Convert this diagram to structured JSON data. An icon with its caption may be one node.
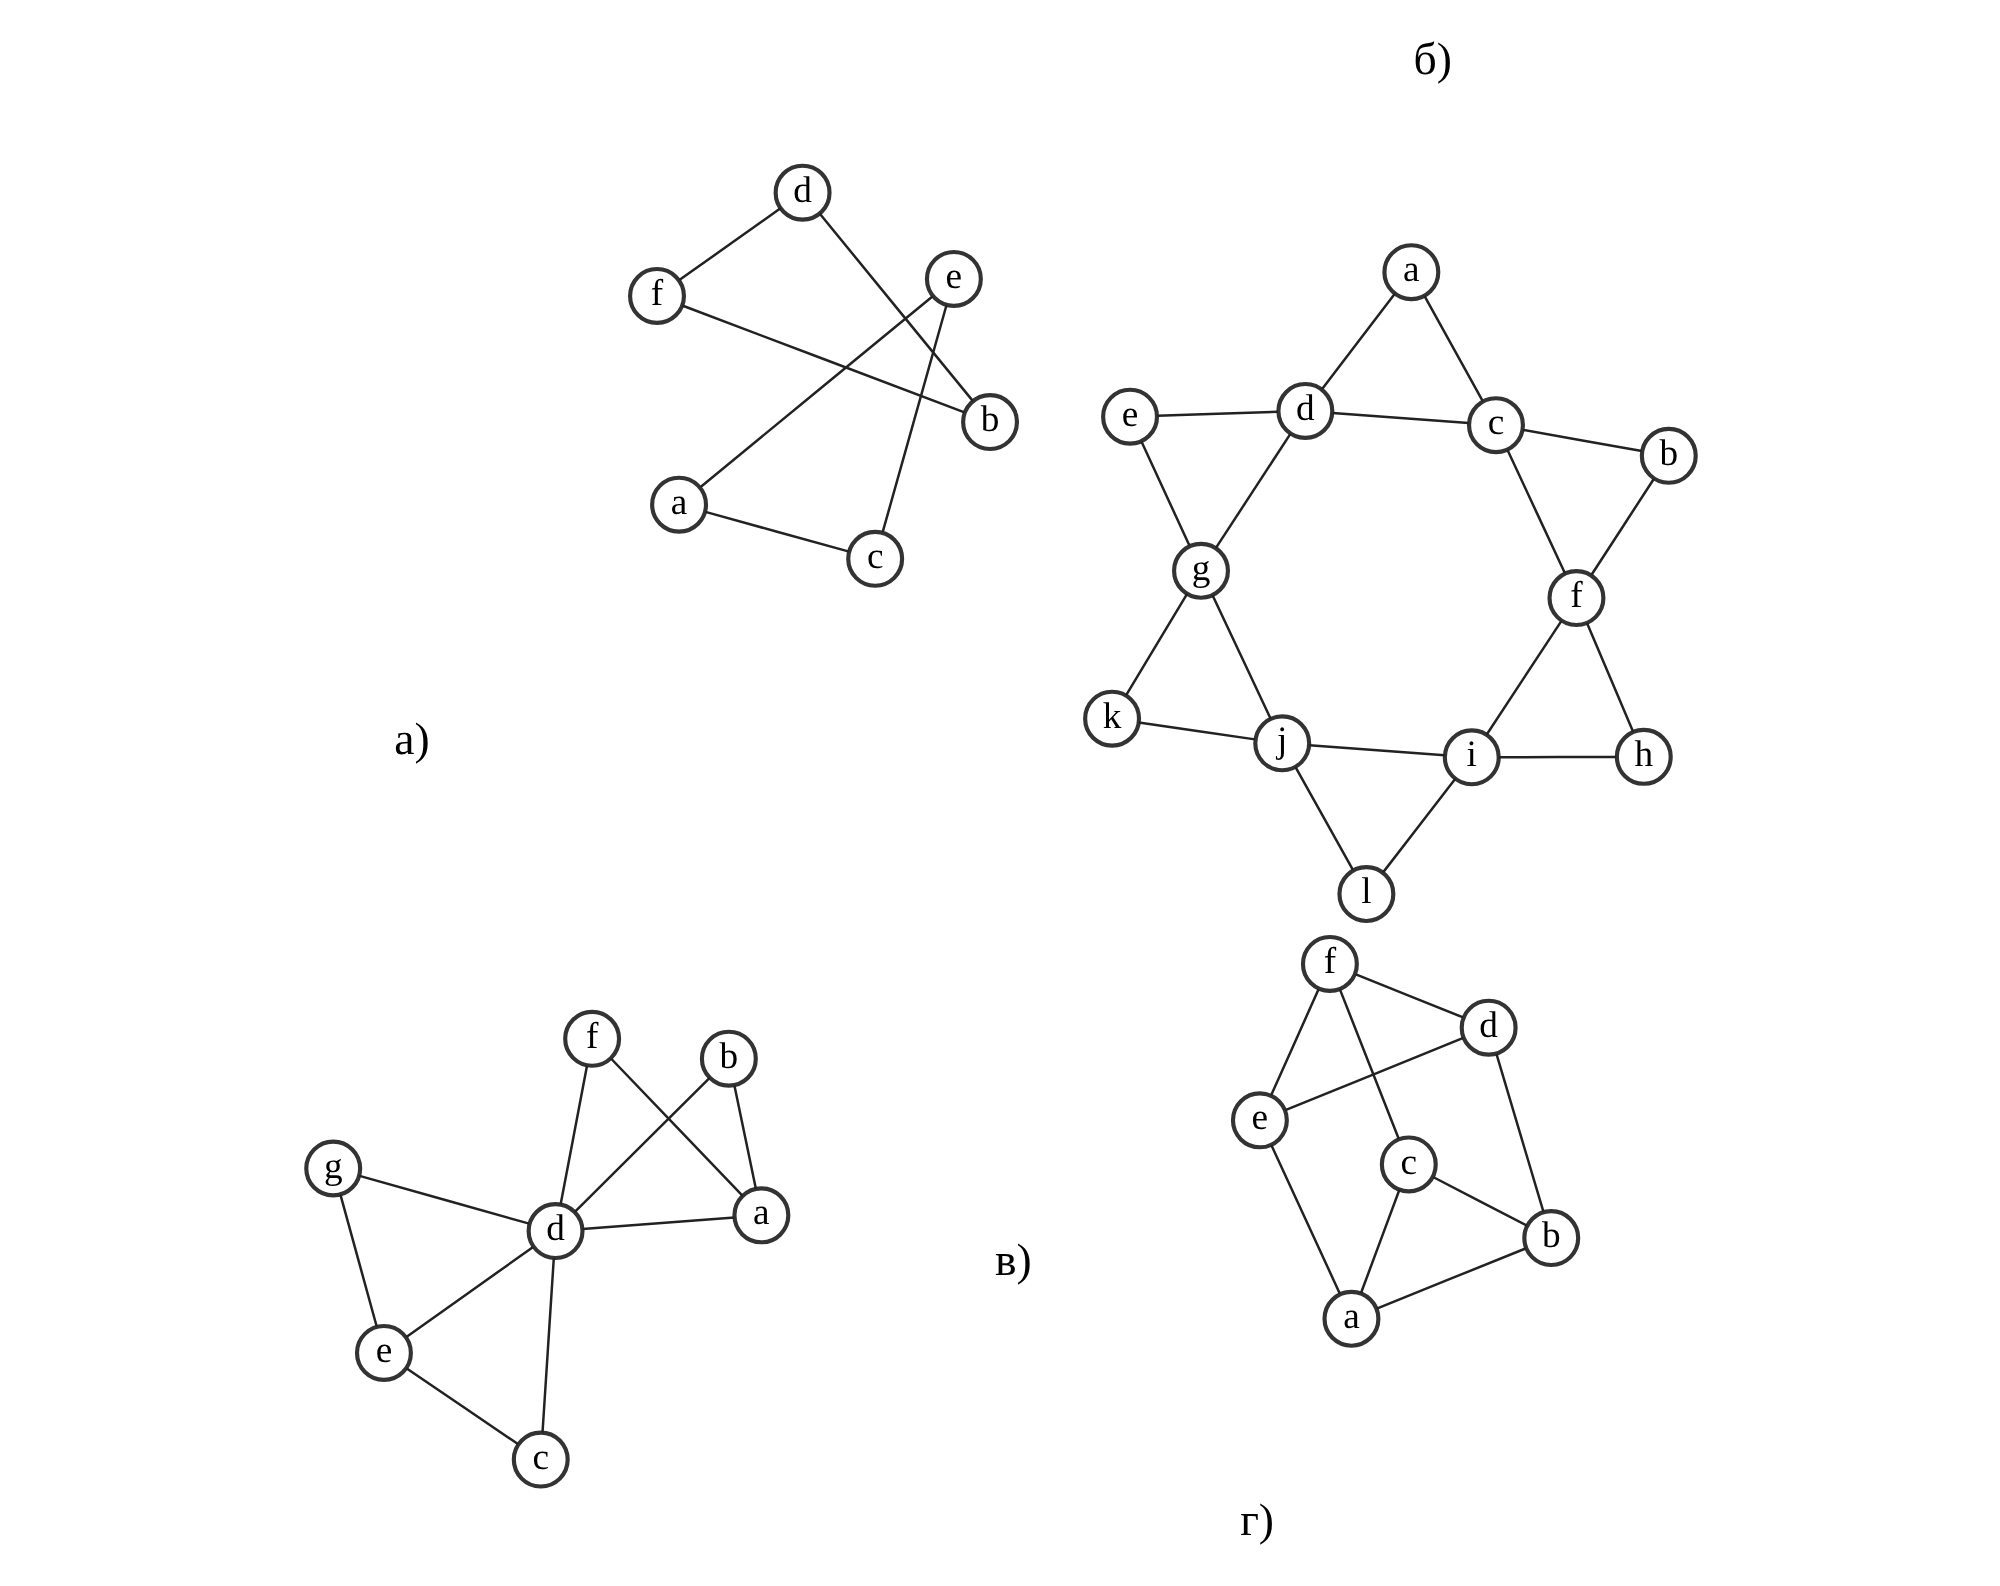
{
  "diagram": {
    "nodes": [
      {
        "text": [
          "a"
        ]
      },
      {
        "text": [
          "b"
        ]
      },
      {
        "text": [
          "c"
        ]
      },
      {
        "text": [
          "d"
        ]
      },
      {
        "text": [
          "e"
        ]
      },
      {
        "text": [
          "f"
        ]
      },
      {
        "text": [
          "a"
        ]
      },
      {
        "text": [
          "b"
        ]
      },
      {
        "text": [
          "c"
        ]
      },
      {
        "text": [
          "d"
        ]
      },
      {
        "text": [
          "e"
        ]
      },
      {
        "text": [
          "f"
        ]
      },
      {
        "text": [
          "g"
        ]
      },
      {
        "text": [
          "h"
        ]
      },
      {
        "text": [
          "i"
        ]
      },
      {
        "text": [
          "j"
        ]
      },
      {
        "text": [
          "k"
        ]
      },
      {
        "text": [
          "l"
        ]
      },
      {
        "text": [
          "a"
        ]
      },
      {
        "text": [
          "b"
        ]
      },
      {
        "text": [
          "c"
        ]
      },
      {
        "text": [
          "d"
        ]
      },
      {
        "text": [
          "e"
        ]
      },
      {
        "text": [
          "f"
        ]
      },
      {
        "text": [
          "g"
        ]
      },
      {
        "text": [
          "a"
        ]
      },
      {
        "text": [
          "b"
        ]
      },
      {
        "text": [
          "c"
        ]
      },
      {
        "text": [
          "d"
        ]
      },
      {
        "text": [
          "e"
        ]
      },
      {
        "text": [
          "f"
        ]
      }
    ],
    "edges": [
      {
        "from": 0,
        "to": 2,
        "arrow": "none"
      },
      {
        "from": 0,
        "to": 4,
        "arrow": "none"
      },
      {
        "from": 2,
        "to": 4,
        "arrow": "none"
      },
      {
        "from": 1,
        "to": 3,
        "arrow": "none"
      },
      {
        "from": 1,
        "to": 5,
        "arrow": "none"
      },
      {
        "from": 3,
        "to": 5,
        "arrow": "none"
      },
      {
        "from": 6,
        "to": 8,
        "arrow": "none"
      },
      {
        "from": 6,
        "to": 9,
        "arrow": "none"
      },
      {
        "from": 7,
        "to": 8,
        "arrow": "none"
      },
      {
        "from": 8,
        "to": 9,
        "arrow": "none"
      },
      {
        "from": 9,
        "to": 10,
        "arrow": "none"
      },
      {
        "from": 7,
        "to": 11,
        "arrow": "none"
      },
      {
        "from": 8,
        "to": 11,
        "arrow": "none"
      },
      {
        "from": 9,
        "to": 12,
        "arrow": "none"
      },
      {
        "from": 10,
        "to": 12,
        "arrow": "none"
      },
      {
        "from": 11,
        "to": 13,
        "arrow": "none"
      },
      {
        "from": 11,
        "to": 14,
        "arrow": "none"
      },
      {
        "from": 12,
        "to": 15,
        "arrow": "none"
      },
      {
        "from": 12,
        "to": 16,
        "arrow": "none"
      },
      {
        "from": 13,
        "to": 14,
        "arrow": "none"
      },
      {
        "from": 14,
        "to": 15,
        "arrow": "none"
      },
      {
        "from": 15,
        "to": 16,
        "arrow": "none"
      },
      {
        "from": 14,
        "to": 17,
        "arrow": "none"
      },
      {
        "from": 15,
        "to": 17,
        "arrow": "none"
      },
      {
        "from": 18,
        "to": 19,
        "arrow": "none"
      },
      {
        "from": 19,
        "to": 21,
        "arrow": "none"
      },
      {
        "from": 18,
        "to": 23,
        "arrow": "none"
      },
      {
        "from": 23,
        "to": 21,
        "arrow": "none"
      },
      {
        "from": 18,
        "to": 21,
        "arrow": "none"
      },
      {
        "from": 21,
        "to": 20,
        "arrow": "none"
      },
      {
        "from": 20,
        "to": 22,
        "arrow": "none"
      },
      {
        "from": 21,
        "to": 24,
        "arrow": "none"
      },
      {
        "from": 24,
        "to": 22,
        "arrow": "none"
      },
      {
        "from": 21,
        "to": 22,
        "arrow": "none"
      },
      {
        "from": 25,
        "to": 26,
        "arrow": "none"
      },
      {
        "from": 26,
        "to": 27,
        "arrow": "none"
      },
      {
        "from": 25,
        "to": 27,
        "arrow": "none"
      },
      {
        "from": 26,
        "to": 28,
        "arrow": "none"
      },
      {
        "from": 25,
        "to": 29,
        "arrow": "none"
      },
      {
        "from": 27,
        "to": 30,
        "arrow": "none"
      },
      {
        "from": 29,
        "to": 30,
        "arrow": "none"
      },
      {
        "from": 28,
        "to": 29,
        "arrow": "none"
      },
      {
        "from": 28,
        "to": 30,
        "arrow": "none"
      }
    ],
    "labels": [
      "а)",
      "б)",
      "в)",
      "г)"
    ]
  }
}
